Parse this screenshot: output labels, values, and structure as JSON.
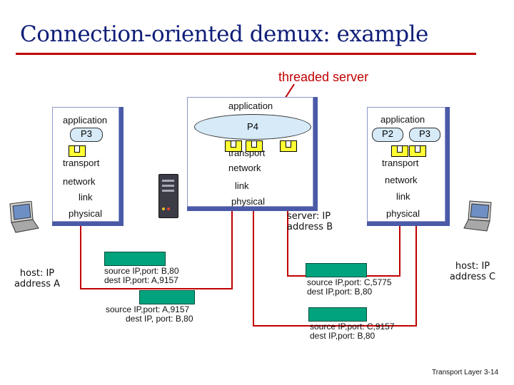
{
  "title": "Connection-oriented demux: example",
  "threaded_server_label": "threaded server",
  "left_host": {
    "application": "application",
    "process": "P3",
    "transport": "transport",
    "network": "network",
    "link": "link",
    "physical": "physical",
    "address": [
      "host: IP",
      "address A"
    ]
  },
  "server": {
    "application": "application",
    "process": "P4",
    "transport": "transport",
    "network": "network",
    "link": "link",
    "physical": "physical",
    "address": [
      "server: IP",
      "address B"
    ]
  },
  "right_host": {
    "application": "application",
    "process_1": "P2",
    "process_2": "P3",
    "transport": "transport",
    "network": "network",
    "link": "link",
    "physical": "physical",
    "address": [
      "host: IP",
      "address C"
    ]
  },
  "segments": {
    "seg1": [
      "source IP,port: B,80",
      "dest IP,port: A,9157"
    ],
    "seg2": [
      "source IP,port: A,9157",
      "dest IP, port: B,80"
    ],
    "seg3": [
      "source IP,port: C,5775",
      "dest IP,port: B,80"
    ],
    "seg4": [
      "source IP,port: C,9157",
      "dest IP,port: B,80"
    ]
  },
  "colors": {
    "title": "#0f1e78",
    "accent": "#c00000",
    "stack_shadow": "#4a5aa8",
    "packet": "#00a37e",
    "socket": "#ffff33"
  },
  "footer": {
    "chapter": "Transport Layer",
    "page": "3-14"
  }
}
